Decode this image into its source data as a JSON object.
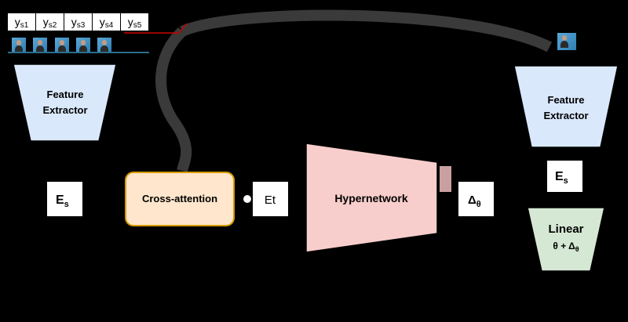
{
  "support_labels": [
    {
      "base": "y",
      "sub": "s1"
    },
    {
      "base": "y",
      "sub": "s2"
    },
    {
      "base": "y",
      "sub": "s3"
    },
    {
      "base": "y",
      "sub": "s4"
    },
    {
      "base": "y",
      "sub": "s5"
    }
  ],
  "left_extractor": {
    "line1": "Feature",
    "line2": "Extractor"
  },
  "right_extractor": {
    "line1": "Feature",
    "line2": "Extractor"
  },
  "es_left": {
    "base": "E",
    "sub": "s"
  },
  "cross_attention": "Cross-attention",
  "et": "Et",
  "hypernetwork": "Hypernetwork",
  "delta_theta": {
    "base": "Δ",
    "sub": "θ"
  },
  "es_right": {
    "base": "E",
    "sub": "s"
  },
  "linear": {
    "title": "Linear",
    "formula": "θ + Δ",
    "formula_sub": "θ"
  },
  "colors": {
    "background": "#000000",
    "extractor_fill": "#dae8fc",
    "cross_attention_fill": "#ffe6cc",
    "cross_attention_stroke": "#d79b00",
    "hypernetwork_fill": "#f8cecc",
    "linear_fill": "#d5e8d4",
    "connector": "#3a3a3a",
    "red_line": "#cc0000"
  },
  "icons": [
    "face-thumbnail-icon",
    "face-thumbnail-icon",
    "face-thumbnail-icon",
    "face-thumbnail-icon",
    "face-thumbnail-icon",
    "query-face-icon"
  ]
}
